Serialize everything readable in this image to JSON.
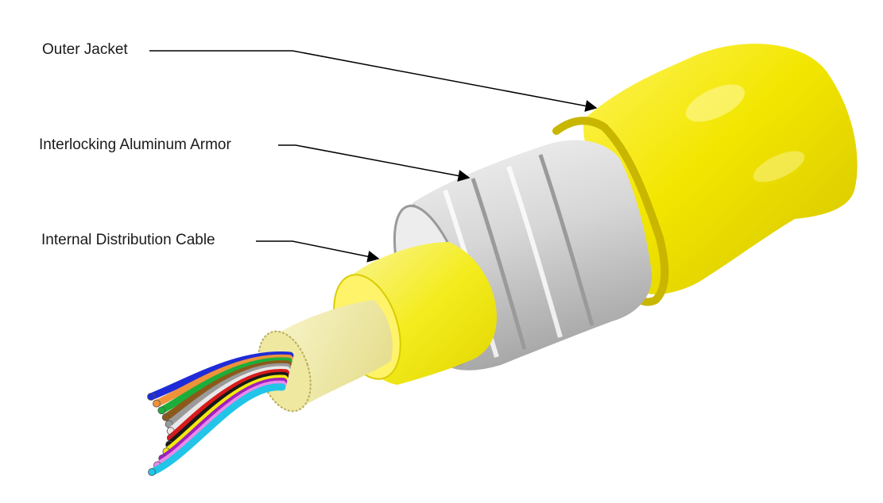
{
  "callouts": [
    {
      "label": "Outer Jacket",
      "target": "outer-jacket"
    },
    {
      "label": "Interlocking Aluminum Armor",
      "target": "aluminum-armor"
    },
    {
      "label": "Internal Distribution Cable",
      "target": "distribution-cable-jacket"
    }
  ],
  "colors": {
    "outer_jacket": "#f2e600",
    "outer_jacket_shade": "#d8c800",
    "armor": "#dcdcdc",
    "armor_shade": "#a9a9a9",
    "inner_jacket": "#f4ec1e",
    "inner_jacket_light": "#faf59a",
    "aramid_yarn": "#f3efb4",
    "leader_line": "#000000"
  },
  "fibers": [
    {
      "color_name": "blue",
      "hex": "#1f2bd8"
    },
    {
      "color_name": "orange",
      "hex": "#f0923a"
    },
    {
      "color_name": "green",
      "hex": "#1cae3a"
    },
    {
      "color_name": "brown",
      "hex": "#8b5a1a"
    },
    {
      "color_name": "slate",
      "hex": "#9a9a9a"
    },
    {
      "color_name": "white",
      "hex": "#e8e8e8"
    },
    {
      "color_name": "red",
      "hex": "#d81b1b"
    },
    {
      "color_name": "black",
      "hex": "#1a1a1a"
    },
    {
      "color_name": "yellow",
      "hex": "#f3ea0c"
    },
    {
      "color_name": "violet",
      "hex": "#a020c0"
    },
    {
      "color_name": "rose",
      "hex": "#e88ae8"
    },
    {
      "color_name": "aqua",
      "hex": "#22c4e8"
    }
  ]
}
